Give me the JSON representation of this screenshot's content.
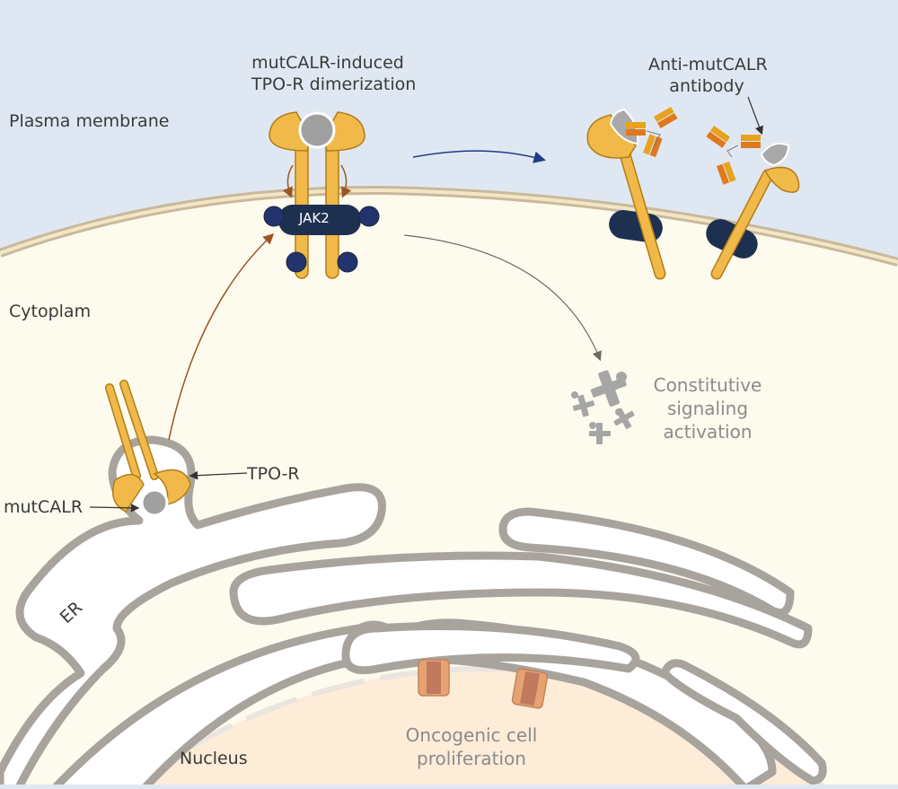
{
  "figure": {
    "title": "mutCALR-driven TPO-R signaling and anti-mutCALR antibody",
    "labels": {
      "plasma_membrane": "Plasma membrane",
      "cytoplasm": "Cytoplam",
      "er": "ER",
      "nucleus": "Nucleus",
      "dimerization": "mutCALR-induced\nTPO-R dimerization",
      "dimerization_line1": "mutCALR-induced",
      "dimerization_line2": "TPO-R dimerization",
      "antibody_line1": "Anti-mutCALR",
      "antibody_line2": "antibody",
      "jak2": "JAK2",
      "tpo_r": "TPO-R",
      "mutcalr": "mutCALR",
      "signaling_line1": "Constitutive",
      "signaling_line2": "signaling",
      "signaling_line3": "activation",
      "prolif_line1": "Oncogenic cell",
      "prolif_line2": "proliferation"
    },
    "icons": [
      "tpo-receptor-icon",
      "mutcalr-protein-icon",
      "jak2-kinase-icon",
      "antibody-icon",
      "signaling-cross-icon",
      "nuclear-pore-icon",
      "arrow-icon"
    ],
    "colors": {
      "extracellular": "#dfe8f2",
      "cytoplasm": "#fdfaee",
      "membrane": "#c9b99a",
      "membrane_inner": "#f3e6c6",
      "receptor": "#f0b94a",
      "receptor_stroke": "#b27d17",
      "mutcalr": "#a0a0a0",
      "jak2": "#1e3050",
      "jak2_dots": "#22336e",
      "er_stroke": "#a9a39d",
      "er_fill": "#ffffff",
      "nucleus": "#fcecd8",
      "pore": "#e6a273",
      "pore_center": "#c27a5e",
      "signal_gray": "#a6a6a6",
      "arrow_brown": "#9a5524",
      "arrow_navy": "#1f3c86",
      "arrow_gray": "#6b6b66",
      "text_dark": "#3a3a3a",
      "text_gray": "#8b8b8b"
    }
  }
}
